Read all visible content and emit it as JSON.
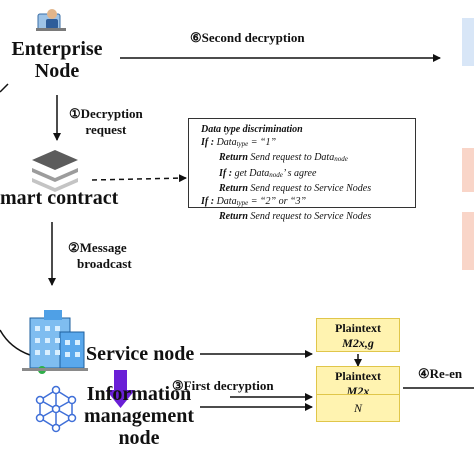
{
  "nodes": {
    "enterprise": [
      "Enterprise",
      "Node"
    ],
    "smart_contract": "mart contract",
    "service": "Service node",
    "info_mgmt": [
      "Information",
      "management",
      "node"
    ]
  },
  "steps": {
    "second_decryption": "⑥Second decryption",
    "decryption_request": [
      "①Decryption",
      "request"
    ],
    "message_broadcast": [
      "②Message",
      "broadcast"
    ],
    "first_decryption": "③First decryption",
    "re_encryption": "④Re-en"
  },
  "code_box": {
    "title": "Data type discrimination",
    "lines": [
      {
        "indent": 0,
        "kw": "If :",
        "pre": " Data",
        "sub": "type",
        "post": " = “1”"
      },
      {
        "indent": 1,
        "kw": "Return",
        "pre": " Send request  to Data",
        "sub": "node",
        "post": ""
      },
      {
        "indent": 1,
        "kw": "If :",
        "pre": " get  Data",
        "sub": "node",
        "post": "’ s agree"
      },
      {
        "indent": 1,
        "kw": "Return",
        "pre": " Send request to Service Nodes",
        "sub": "",
        "post": ""
      },
      {
        "indent": 0,
        "kw": "If :",
        "pre": " Data",
        "sub": "type",
        "post": " = “2” or “3”"
      },
      {
        "indent": 1,
        "kw": "Return",
        "pre": " Send request to Service Nodes",
        "sub": "",
        "post": ""
      }
    ]
  },
  "plaintext_boxes": {
    "box1": {
      "title": "Plaintext",
      "math": "M2x,g"
    },
    "box2": {
      "title": "Plaintext",
      "math": "M2x"
    },
    "box3": {
      "math": "N"
    }
  },
  "colors": {
    "yellow_fill": "#fff3b0",
    "purple_arrow": "#6a1fd6",
    "pink_bar": "#f9d5c8",
    "blue_bar": "#d8e6f7",
    "accent_building": "#1e88e5",
    "network": "#3f6fd8"
  },
  "icons": {
    "enterprise": "enterprise-person-icon",
    "smart_contract": "stacked-layers-icon",
    "service": "building-icon",
    "info_mgmt": "network-icon"
  }
}
